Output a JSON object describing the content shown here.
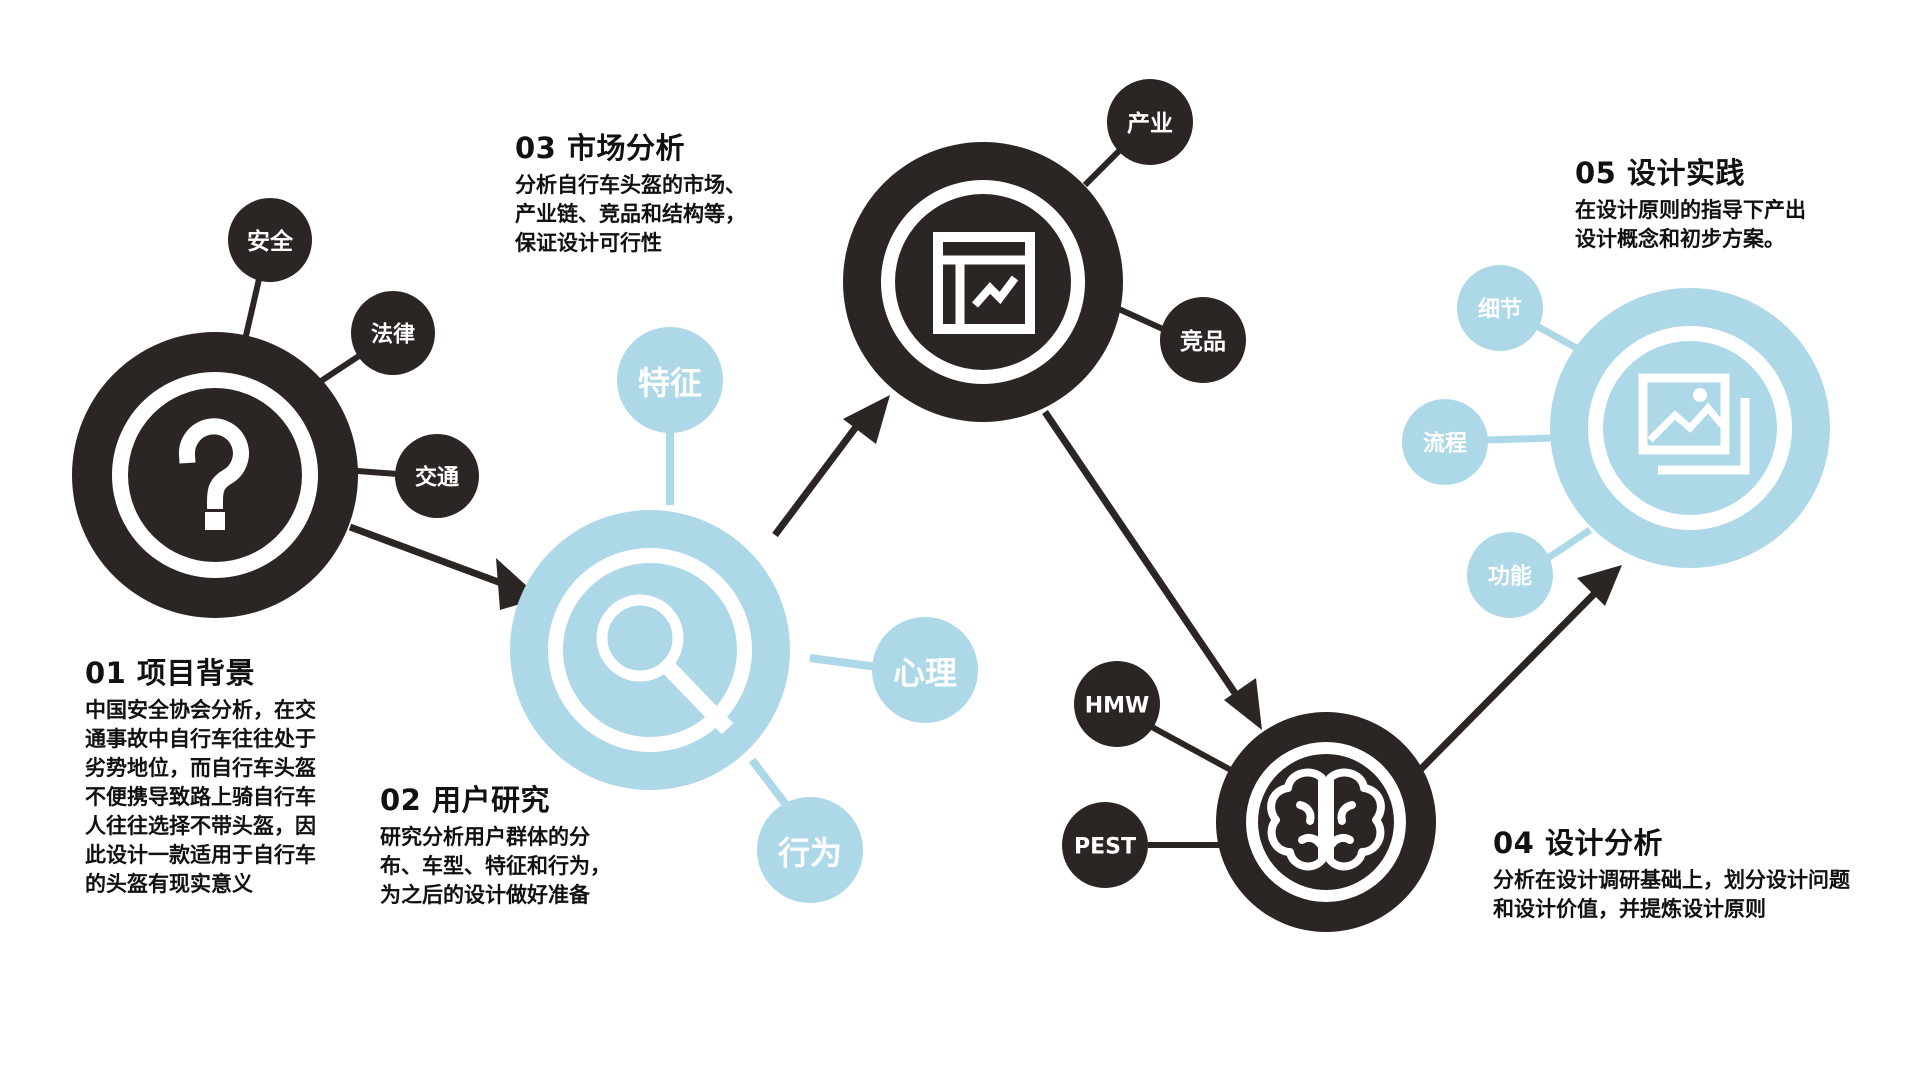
{
  "steps": {
    "s01": {
      "title": "01 项目背景",
      "desc_lines": [
        "中国安全协会分析，在交",
        "通事故中自行车往往处于",
        "劣势地位，而自行车头盔",
        "不便携导致路上骑自行车",
        "人往往选择不带头盔，因",
        "此设计一款适用于自行车",
        "的头盔有现实意义"
      ]
    },
    "s02": {
      "title": "02 用户研究",
      "desc_lines": [
        "研究分析用户群体的分",
        "布、车型、特征和行为，",
        "为之后的设计做好准备"
      ]
    },
    "s03": {
      "title": "03 市场分析",
      "desc_lines": [
        "分析自行车头盔的市场、",
        "产业链、竞品和结构等，",
        "保证设计可行性"
      ]
    },
    "s04": {
      "title": "04 设计分析",
      "desc_lines": [
        "分析在设计调研基础上，划分设计问题",
        "和设计价值，并提炼设计原则"
      ]
    },
    "s05": {
      "title": "05 设计实践",
      "desc_lines": [
        "在设计原则的指导下产出",
        "设计概念和初步方案。"
      ]
    }
  },
  "satellites": {
    "anquan": "安全",
    "falv": "法律",
    "jiaotong": "交通",
    "tezheng": "特征",
    "xinli": "心理",
    "xingwei": "行为",
    "chanye": "产业",
    "jingpin": "竞品",
    "hmw": "HMW",
    "pest": "PEST",
    "xijie": "细节",
    "liucheng": "流程",
    "gongneng": "功能"
  },
  "icons": {
    "s01": "question-icon",
    "s02": "magnifier-icon",
    "s03": "chart-window-icon",
    "s04": "brain-icon",
    "s05": "image-gallery-icon"
  },
  "colors": {
    "dark": "#2b2523",
    "light_blue": "#acd8e8",
    "white": "#ffffff",
    "text": "#111111"
  }
}
